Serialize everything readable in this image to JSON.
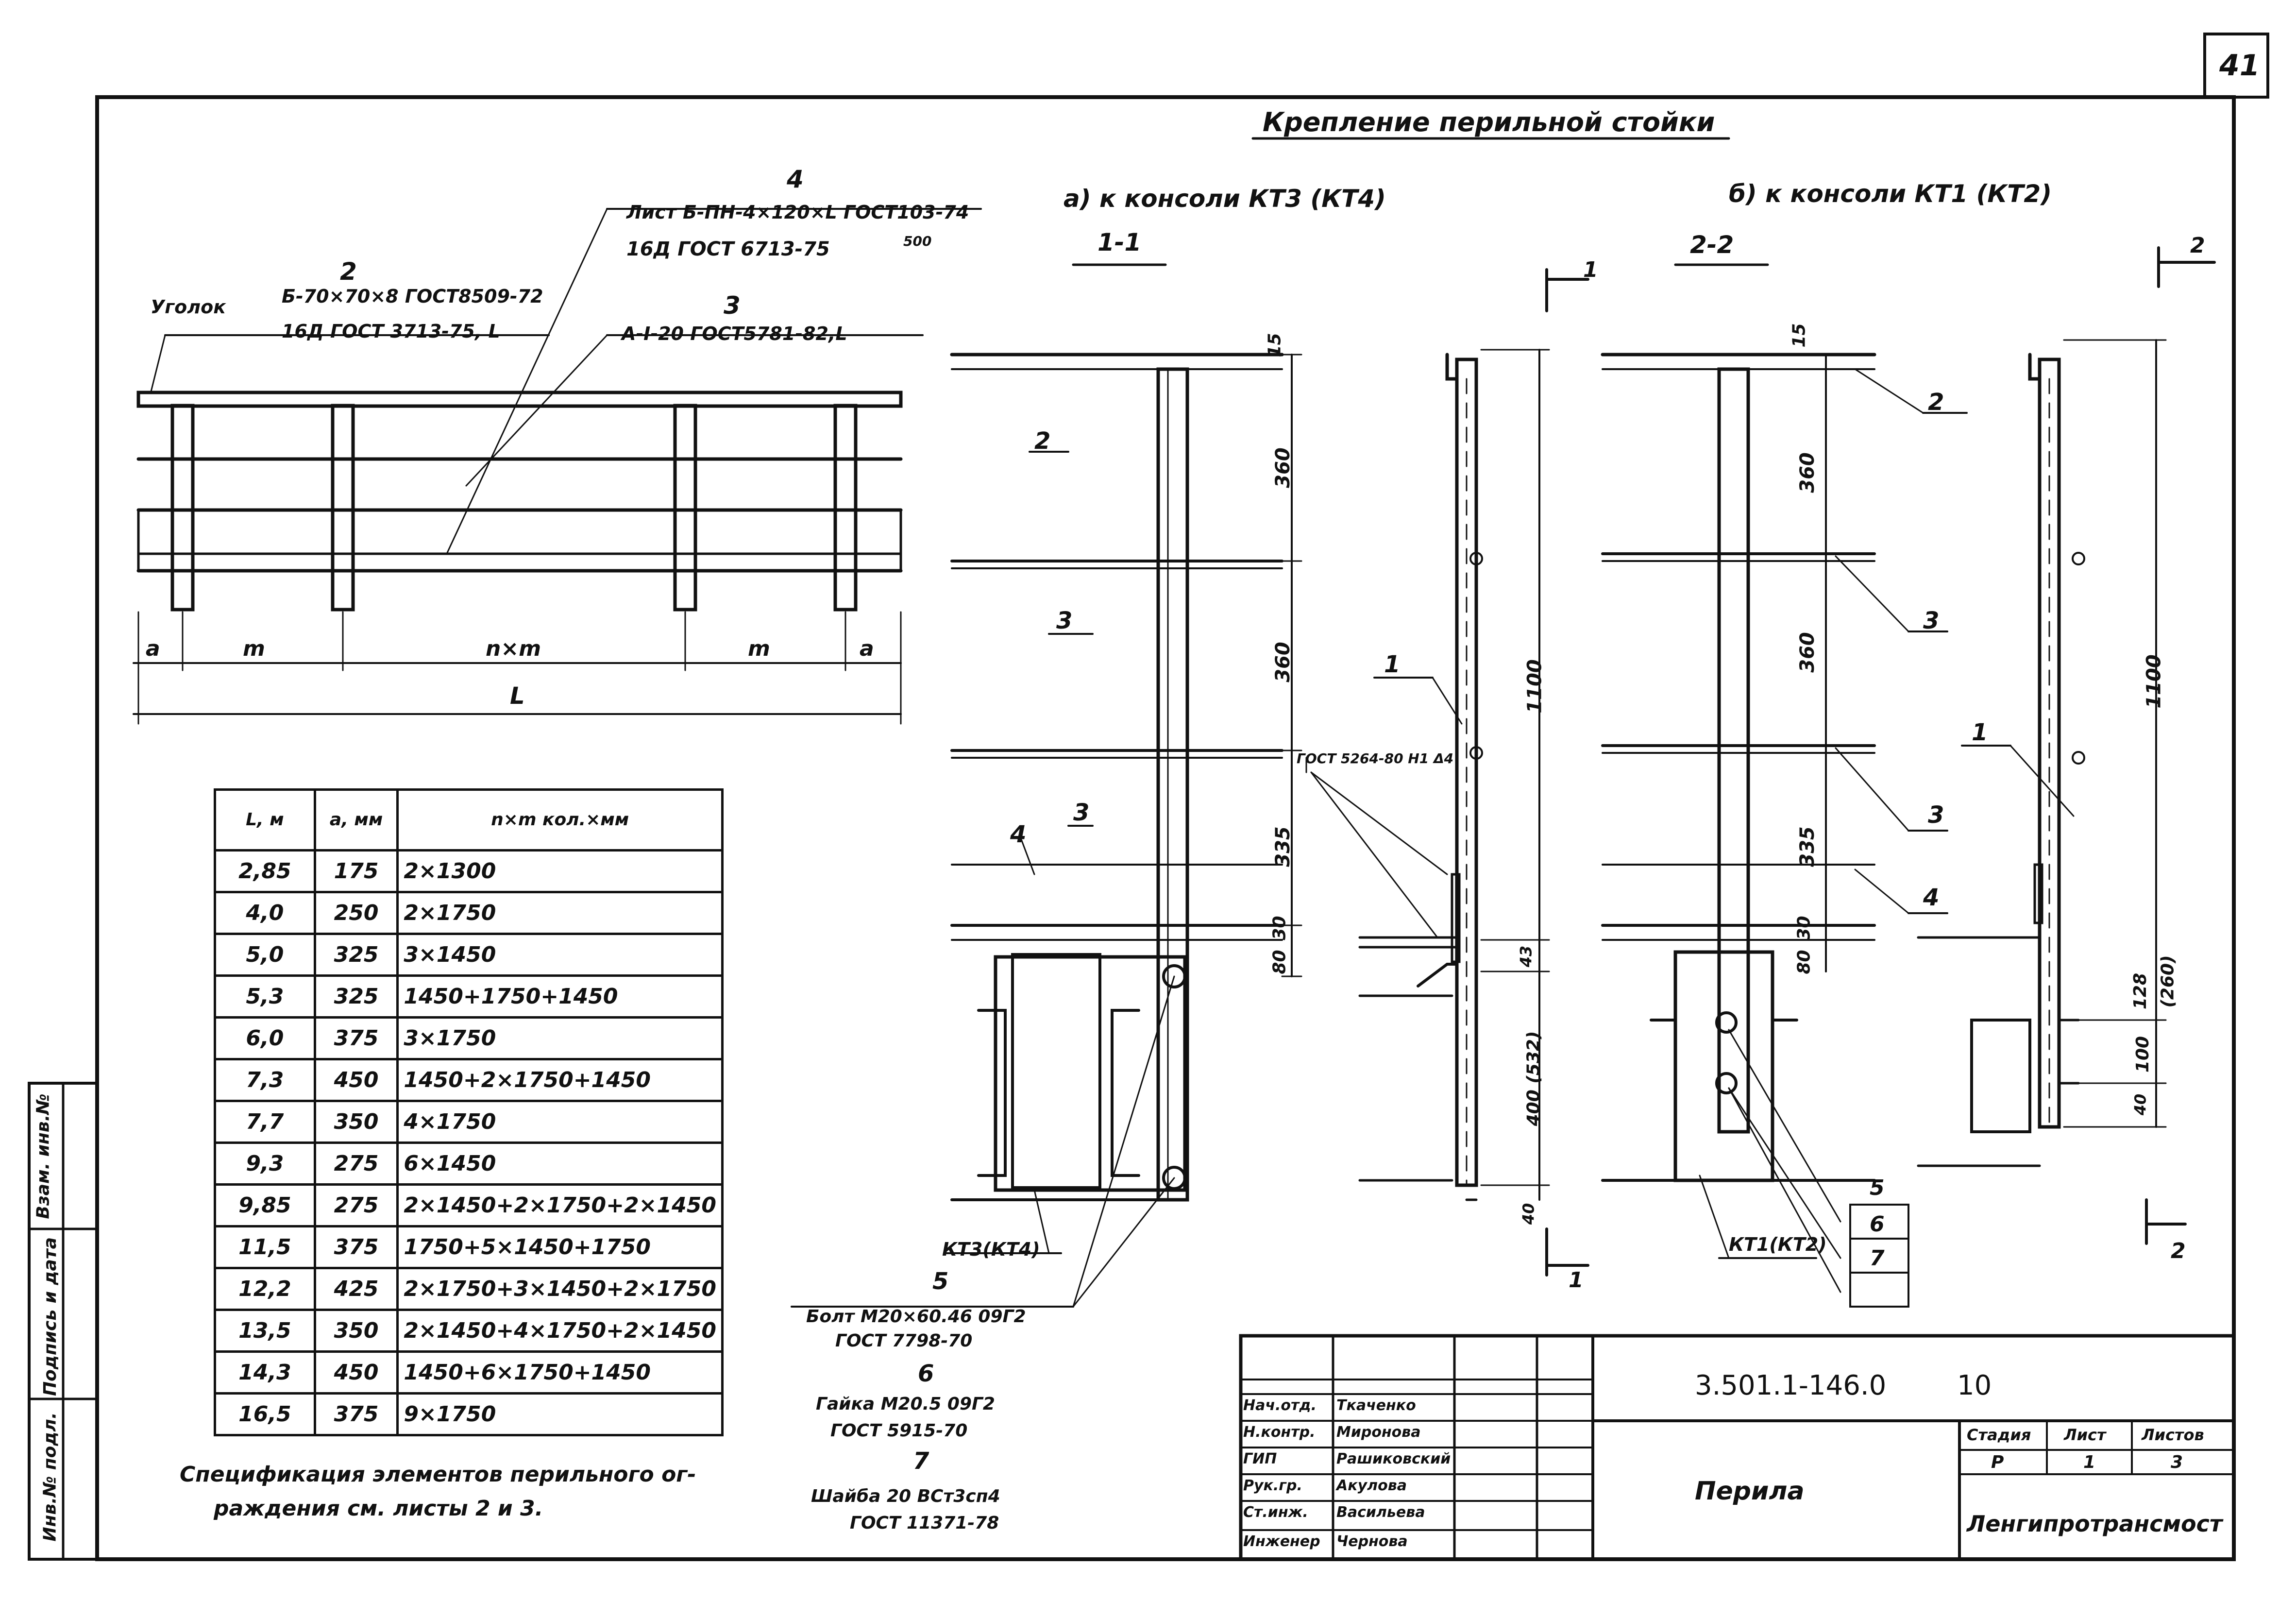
{
  "sheet_number": "41",
  "main_title": "Крепление перильной стойки",
  "view_a": {
    "caption": "а) к консоли КТ3 (КТ4)",
    "section": "1-1"
  },
  "view_b": {
    "caption": "б) к консоли КТ1 (КТ2)",
    "section": "2-2"
  },
  "callouts": {
    "c4_number": "4",
    "c4_line1": "Лист Б-ПН-4×120×L ГОСТ103-74",
    "c4_line2": "16Д ГОСТ 6713-75",
    "c4_weld": "500",
    "c2_number": "2",
    "c2_prefix": "Уголок",
    "c2_line1": "Б-70×70×8 ГОСТ8509-72",
    "c2_line2": "16Д ГОСТ 3713-75, L",
    "c3_number": "3",
    "c3_line1": "А-I-20 ГОСТ5781-82,L"
  },
  "elevation_dims": {
    "a": "a",
    "m": "m",
    "nm": "n×m",
    "L": "L"
  },
  "section_dims": {
    "d15": "15",
    "d360a": "360",
    "d360b": "360",
    "d335": "335",
    "d30": "30",
    "d80": "80",
    "d1100": "1100",
    "d43": "43",
    "d400": "400 (532)",
    "d40": "40",
    "d128": "128",
    "d260": "(260)",
    "d100": "100",
    "d40b": "40"
  },
  "section_labels": {
    "p1": "1",
    "p2": "2",
    "p3": "3",
    "p4": "4",
    "p5": "5",
    "p6": "6",
    "p7": "7",
    "gost_weld": "ГОСТ 5264-80 Н1 Δ4",
    "kt34": "КТ3(КТ4)",
    "kt12": "КТ1(КТ2)",
    "cut1": "1",
    "cut2": "2"
  },
  "parts_list": {
    "n5": "5",
    "p5_line1": "Болт М20×60.46 09Г2",
    "p5_line2": "ГОСТ 7798-70",
    "n6": "6",
    "p6_line1": "Гайка М20.5 09Г2",
    "p6_line2": "ГОСТ 5915-70",
    "n7": "7",
    "p7_line1": "Шайба 20 ВСт3сп4",
    "p7_line2": "ГОСТ 11371-78"
  },
  "spec_table": {
    "headers": [
      "L, м",
      "a, мм",
      "n×m кол.×мм"
    ],
    "rows": [
      [
        "2,85",
        "175",
        "2×1300"
      ],
      [
        "4,0",
        "250",
        "2×1750"
      ],
      [
        "5,0",
        "325",
        "3×1450"
      ],
      [
        "5,3",
        "325",
        "1450+1750+1450"
      ],
      [
        "6,0",
        "375",
        "3×1750"
      ],
      [
        "7,3",
        "450",
        "1450+2×1750+1450"
      ],
      [
        "7,7",
        "350",
        "4×1750"
      ],
      [
        "9,3",
        "275",
        "6×1450"
      ],
      [
        "9,85",
        "275",
        "2×1450+2×1750+2×1450"
      ],
      [
        "11,5",
        "375",
        "1750+5×1450+1750"
      ],
      [
        "12,2",
        "425",
        "2×1750+3×1450+2×1750"
      ],
      [
        "13,5",
        "350",
        "2×1450+4×1750+2×1450"
      ],
      [
        "14,3",
        "450",
        "1450+6×1750+1450"
      ],
      [
        "16,5",
        "375",
        "9×1750"
      ]
    ]
  },
  "spec_note_line1": "Спецификация элементов перильного ог-",
  "spec_note_line2": "раждения см. листы 2 и 3.",
  "left_strip": [
    "Инв.№ подл.",
    "Подпись и дата",
    "Взам. инв.№"
  ],
  "title_block": {
    "doc_code": "3.501.1-146.0",
    "doc_issue": "10",
    "object_name": "Перила",
    "stage_label": "Стадия",
    "sheet_label": "Лист",
    "sheets_label": "Листов",
    "stage_value": "Р",
    "sheet_value": "1",
    "sheets_value": "3",
    "organization": "Ленгипротрансмост",
    "people": [
      {
        "role": "Нач.отд.",
        "name": "Ткаченко"
      },
      {
        "role": "Н.контр.",
        "name": "Миронова"
      },
      {
        "role": "ГИП",
        "name": "Рашиковский"
      },
      {
        "role": "Рук.гр.",
        "name": "Акулова"
      },
      {
        "role": "Ст.инж.",
        "name": "Васильева"
      },
      {
        "role": "Инженер",
        "name": "Чернова"
      }
    ]
  },
  "colors": {
    "ink": "#111111",
    "paper": "#ffffff"
  }
}
